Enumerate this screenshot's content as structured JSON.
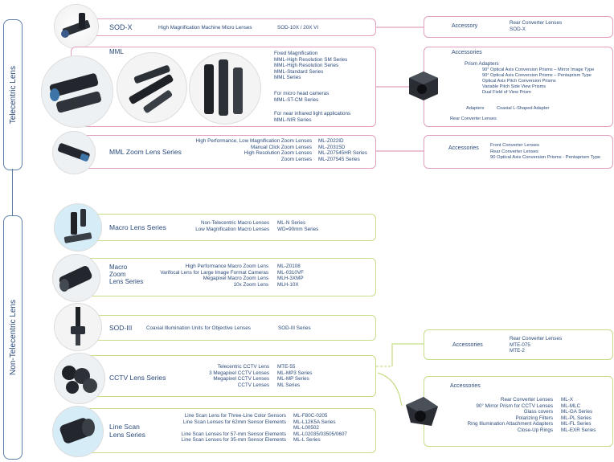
{
  "side_labels": {
    "telecentric": "Telecentric Lens",
    "non_telecentric": "Non-Telecentric Lens"
  },
  "sod_x": {
    "title": "SOD-X",
    "desc": "High Magnification Machine Micro Lenses",
    "models": "SOD-10X / 20X VI",
    "acc_title": "Accessory",
    "acc_items": [
      "Rear Converter Lenses",
      "SOD-X"
    ]
  },
  "mml": {
    "title": "MML",
    "fixed": [
      "Fixed Magnification",
      "MML-High Resolution SM Series",
      "MML-High Resolution Series",
      "MML-Standard Series",
      "MML Series"
    ],
    "micro_head": [
      "For micro head cameras",
      "MML-ST-CM Series"
    ],
    "near_ir": [
      "For near infrared light applications",
      "MML-NIR Series"
    ],
    "acc_title": "Accessories",
    "acc_prism_title": "Prism Adapters",
    "acc_prism": [
      "90° Optical Axis Conversion Prisms – Mirror Image Type",
      "90° Optical Axis Conversion Prisms – Pentaprism Type",
      "Optical Axis Pitch Conversion Prisms",
      "Variable Pitch Side View Prisms",
      "Dual Field of View Prism"
    ],
    "acc_adapters": "Adapters",
    "acc_adapters_item": "Coaxial L-Shaped Adapter",
    "acc_rear": "Rear Converter Lenses"
  },
  "mml_zoom": {
    "title": "MML Zoom Lens Series",
    "descs": [
      "High Performance, Low Magnification Zoom Lenses",
      "Manual Click Zoom Lenses",
      "High Resolution Zoom Lenses",
      "Zoom Lenses"
    ],
    "models": [
      "ML-Z022ID",
      "ML-Z0315D",
      "ML-Z07545HR Series",
      "ML-Z07545 Series"
    ],
    "acc_title": "Accessories",
    "acc_items": [
      "Front Converter Lenses",
      "Rear Converter Lenses",
      "90 Optical Axis Conversion Prisms - Pentaprism Type"
    ]
  },
  "macro": {
    "title": "Macro Lens Series",
    "descs": [
      "Non-Telecentric Macro Lenses",
      "Low Magnification Macro Lenses"
    ],
    "models": [
      "ML-N Series",
      "WD=90mm Series"
    ]
  },
  "macro_zoom": {
    "title": [
      "Macro",
      "Zoom",
      "Lens Series"
    ],
    "descs": [
      "High Performance Macro Zoom Lens",
      "Varifocal Lens for Large Image Format Cameras",
      "Megapixel Macro Zoom Lens",
      "10x Zoom Lens"
    ],
    "models": [
      "ML-Z0108",
      "ML-0310VF",
      "MLH-3XMP",
      "MLH-10X"
    ]
  },
  "sod3": {
    "title": "SOD-III",
    "desc": "Coaxial Illumination Units for Objective Lenses",
    "models": "SOD-III Series"
  },
  "cctv": {
    "title": "CCTV Lens Series",
    "descs": [
      "Telecentric CCTV Lens",
      "3 Megapixel CCTV Lenses",
      "Megapixel CCTV Lenses",
      "CCTV Lenses"
    ],
    "models": [
      "MTE-55",
      "ML-MP3 Series",
      "ML-MP Series",
      "ML Series"
    ],
    "acc1_title": "Accessories",
    "acc1_items": [
      "Rear Converter Lenses",
      "MTE-075",
      "MTE-2"
    ],
    "acc2_title": "Accessories",
    "acc2_descs": [
      "Rear Converter Lenses",
      "90° Mirror Prism for CCTV Lenses",
      "Glass covers",
      "Polarizing Filters",
      "Ring Illumination Attachment Adapters",
      "Close-Up Rings"
    ],
    "acc2_models": [
      "ML-X",
      "ML-MLC",
      "ML-GA Series",
      "ML-PL Series",
      "ML-FL Series",
      "ML-EXR Series"
    ]
  },
  "line_scan": {
    "title": [
      "Line Scan",
      "Lens Series"
    ],
    "descs": [
      "Line Scan Lens for Three-Line Color Sensors",
      "Line Scan Lenses for 62mm Sensor Elements",
      "",
      "Line Scan Lenses for 57-mm Sensor Elements",
      "Line Scan Lenses for 35-mm Sensor Elements"
    ],
    "models": [
      "ML-F80C-0205",
      "ML-L12K5A Series",
      "ML-L00502",
      "ML-L02035/03505/0607",
      "ML-L Series"
    ]
  },
  "colors": {
    "telecentric_border": "#e2a0be",
    "non_telecentric_border": "#c6dd86",
    "text": "#2a4a7a"
  }
}
